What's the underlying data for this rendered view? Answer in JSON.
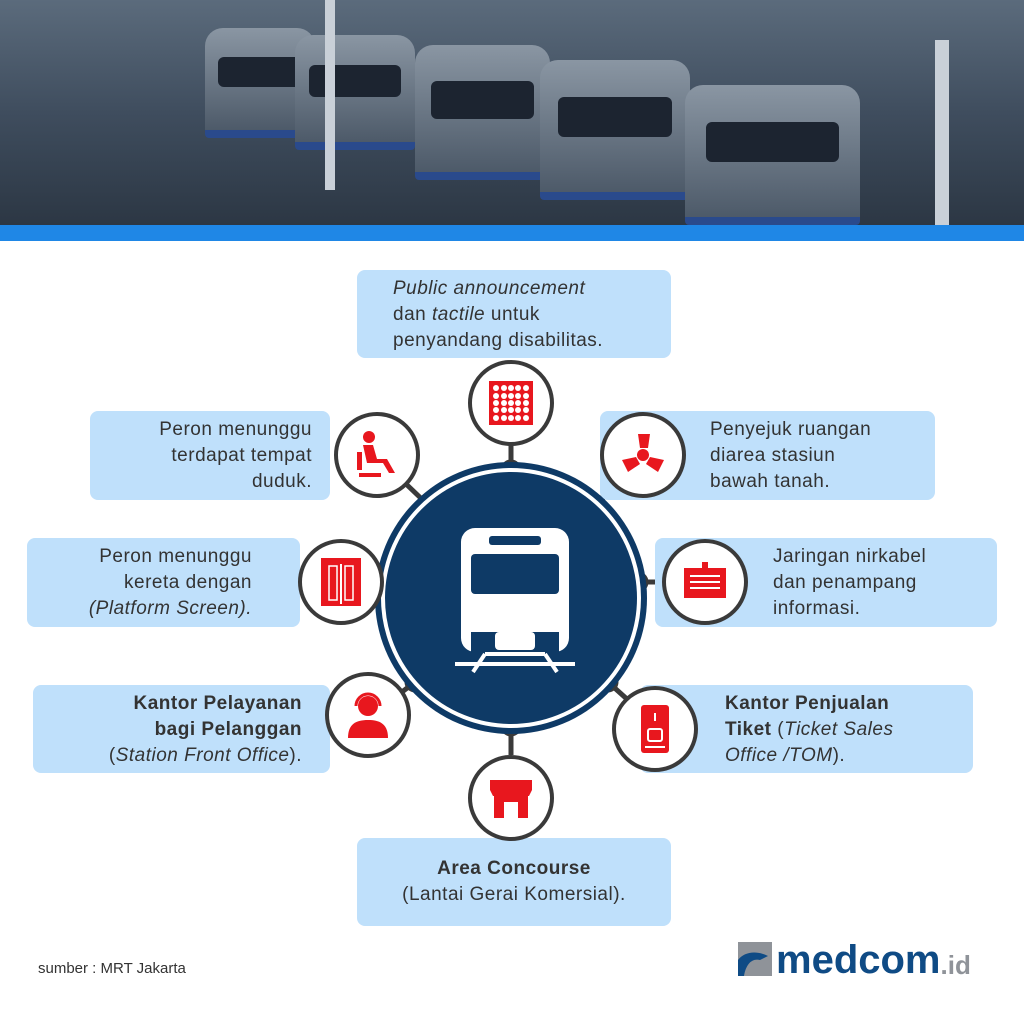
{
  "items": {
    "top": {
      "l1": "Public announcement",
      "l2a": "dan ",
      "l2b": "tactile",
      "l2c": " untuk",
      "l3": "penyandang disabilitas."
    },
    "top_left": {
      "l1": "Peron menunggu",
      "l2": "terdapat tempat",
      "l3": "duduk."
    },
    "top_right": {
      "l1": "Penyejuk ruangan",
      "l2": "diarea stasiun",
      "l3": "bawah tanah."
    },
    "left": {
      "l1": "Peron menunggu",
      "l2": "kereta dengan",
      "l3": "(Platform Screen)."
    },
    "right": {
      "l1": "Jaringan nirkabel",
      "l2": "dan penampang",
      "l3": "informasi."
    },
    "bottom_left": {
      "l1": "Kantor Pelayanan",
      "l2": "bagi Pelanggan",
      "l3a": "(",
      "l3b": "Station Front Office",
      "l3c": ")."
    },
    "bottom_right": {
      "l1": "Kantor Penjualan",
      "l2a": "Tiket",
      "l2b": " (",
      "l2c": "Ticket Sales",
      "l3a": "Office /TOM",
      "l3b": ")."
    },
    "bottom": {
      "l1": "Area Concourse",
      "l2": "(Lantai Gerai Komersial)."
    }
  },
  "footer": {
    "source": "sumber : MRT Jakarta",
    "logo_main": "medcom",
    "logo_suffix": ".id"
  },
  "colors": {
    "accent_red": "#e8171e",
    "navy": "#0e3a66",
    "box": "#bfe0fb",
    "bar": "#1f87e6"
  }
}
